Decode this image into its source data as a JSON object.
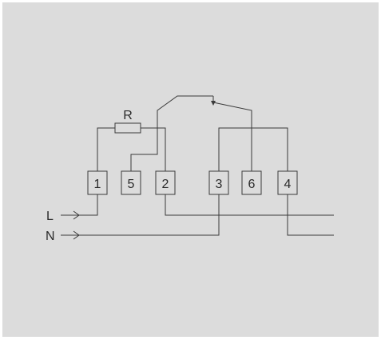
{
  "diagram": {
    "colors": {
      "background": "#dcdcdc",
      "line": "#3a3a3a",
      "terminal_fill": "#dcdcdc",
      "text": "#2a2a2a"
    },
    "resistor_label": "R",
    "terminals": [
      "1",
      "5",
      "2",
      "3",
      "6",
      "4"
    ],
    "inputs": {
      "line": "L",
      "neutral": "N"
    }
  }
}
